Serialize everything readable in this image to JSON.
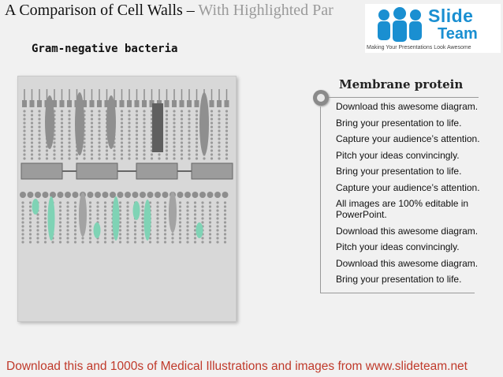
{
  "header": {
    "title_main": "A Comparison of Cell Walls –",
    "title_dim": " With Highlighted Par"
  },
  "logo": {
    "word1": "Slide",
    "word2": "Team",
    "tagline": "Making Your Presentations Look Awesome",
    "color": "#1a8fd1"
  },
  "slide": {
    "subtitle": "Gram-negative bacteria"
  },
  "label": {
    "title": "Membrane protein",
    "lines": [
      "Download this awesome diagram.",
      "Bring your presentation to life.",
      "Capture your audience’s attention.",
      "Pitch your ideas convincingly.",
      "Bring your presentation to life.",
      "Capture your audience’s attention.",
      "All images are 100% editable in PowerPoint.",
      "Download this awesome diagram.",
      "Pitch your ideas convincingly.",
      "Download this awesome diagram.",
      "Bring your presentation to life."
    ]
  },
  "footer": {
    "text": "Download this and 1000s of Medical Illustrations and images from www.slideteam.net",
    "color": "#c03a2b"
  },
  "colors": {
    "highlight_protein": "#7fd3b5",
    "membrane_gray": "#8e8e8e"
  }
}
